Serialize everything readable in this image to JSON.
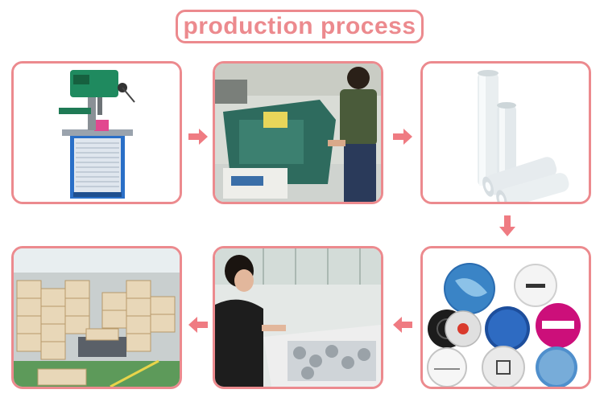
{
  "title": "production process",
  "colors": {
    "accent": "#ec8a8e",
    "arrow": "#ef7b82"
  },
  "steps": [
    {
      "icon": "drilling-machine-photo"
    },
    {
      "icon": "die-cutting-machine-photo"
    },
    {
      "icon": "film-rolls-photo"
    },
    {
      "icon": "button-badges-photo"
    },
    {
      "icon": "worker-assembling-photo"
    },
    {
      "icon": "warehouse-boxes-photo"
    }
  ]
}
